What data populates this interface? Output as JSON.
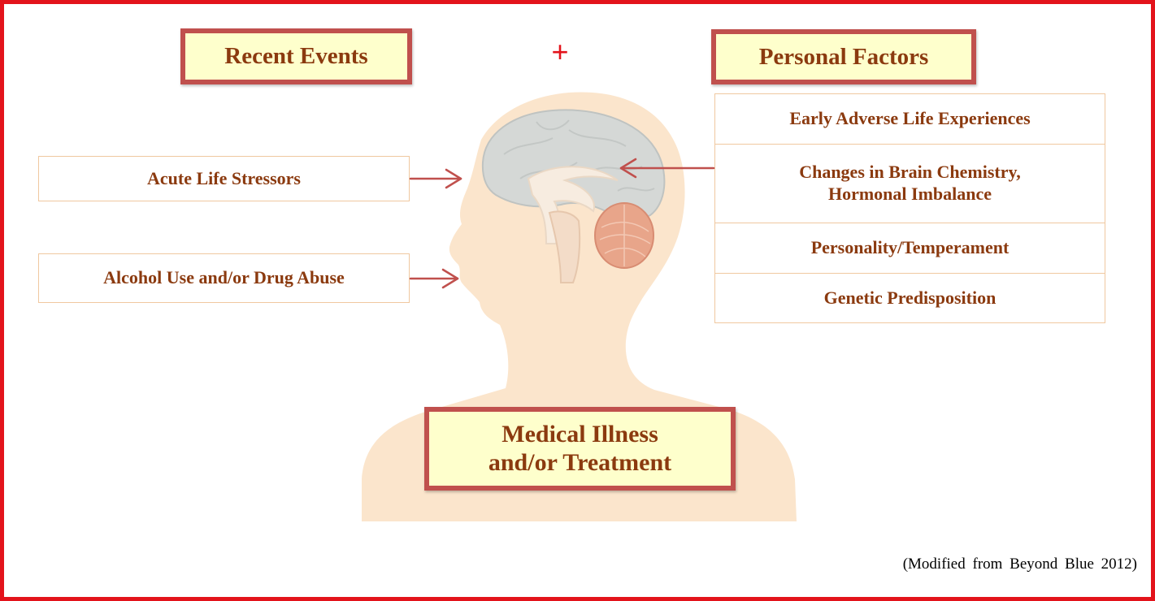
{
  "headers": {
    "recent_events": "Recent Events",
    "plus": "+",
    "personal_factors": "Personal Factors"
  },
  "recent_events": {
    "acute": "Acute Life Stressors",
    "alcohol": "Alcohol Use and/or Drug Abuse"
  },
  "personal_factors": [
    {
      "line1": "Early Adverse Life Experiences",
      "line2": ""
    },
    {
      "line1": "Changes in Brain Chemistry,",
      "line2": "Hormonal Imbalance"
    },
    {
      "line1": "Personality/Temperament",
      "line2": ""
    },
    {
      "line1": "Genetic Predisposition",
      "line2": ""
    }
  ],
  "medical": {
    "line1": "Medical Illness",
    "line2": "and/or Treatment"
  },
  "source_note": "(Modified from Beyond Blue 2012)",
  "colors": {
    "frame": "#e3131b",
    "header_fill": "#feffcc",
    "header_border": "#c0504d",
    "text": "#8b3a0f",
    "arrow": "#c0504d",
    "head_silhouette": "#fbe5cc",
    "brain": "#d9dbd9",
    "cerebellum": "#e8a58a"
  }
}
